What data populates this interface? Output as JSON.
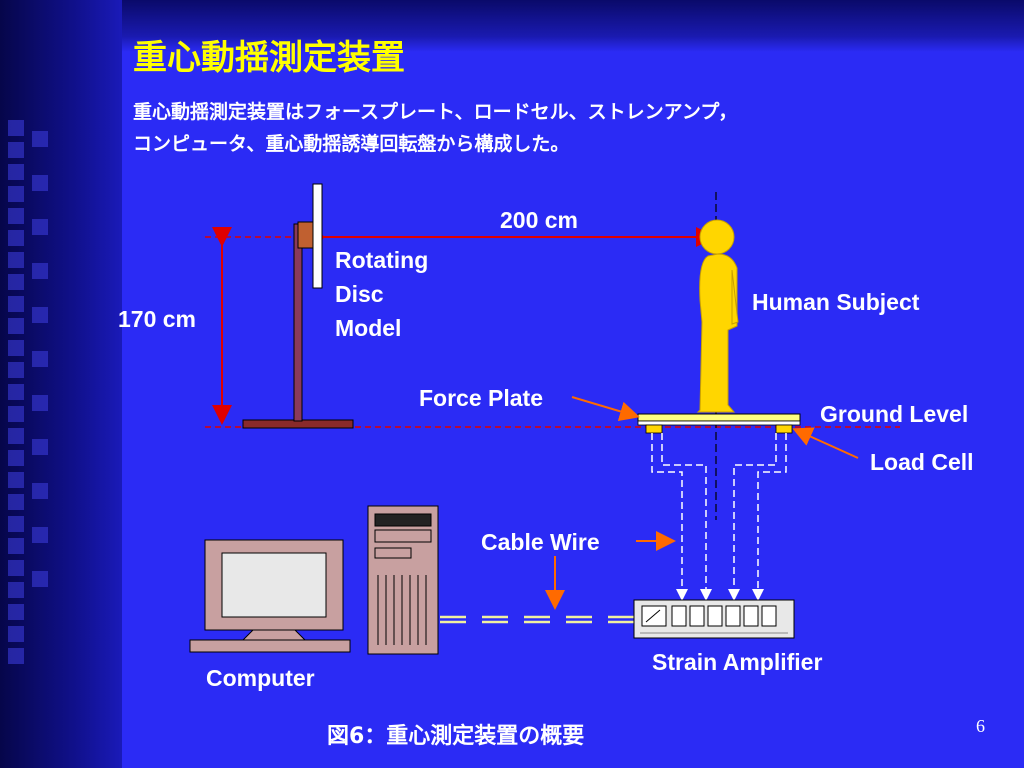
{
  "slide": {
    "title": "重心動揺測定装置",
    "description": "重心動揺測定装置はフォースプレート、ロードセル、ストレンアンプ，\nコンピュータ、重心動揺誘導回転盤から構成した。",
    "caption": "図6：重心測定装置の概要",
    "page_number": "6"
  },
  "labels": {
    "distance": "200 cm",
    "height": "170 cm",
    "rotating_disc": "Rotating\nDisc\nModel",
    "human_subject": "Human Subject",
    "force_plate": "Force Plate",
    "ground_level": "Ground Level",
    "load_cell": "Load Cell",
    "cable_wire": "Cable Wire",
    "strain_amplifier": "Strain Amplifier",
    "computer": "Computer"
  },
  "colors": {
    "background": "#2b2bf5",
    "title": "#ffff00",
    "text": "#ffffff",
    "arrow_red": "#e00000",
    "arrow_orange": "#ff6a00",
    "human": "#ffd600",
    "stand": "#8a3a5a",
    "cable": "#f0f0a0"
  }
}
